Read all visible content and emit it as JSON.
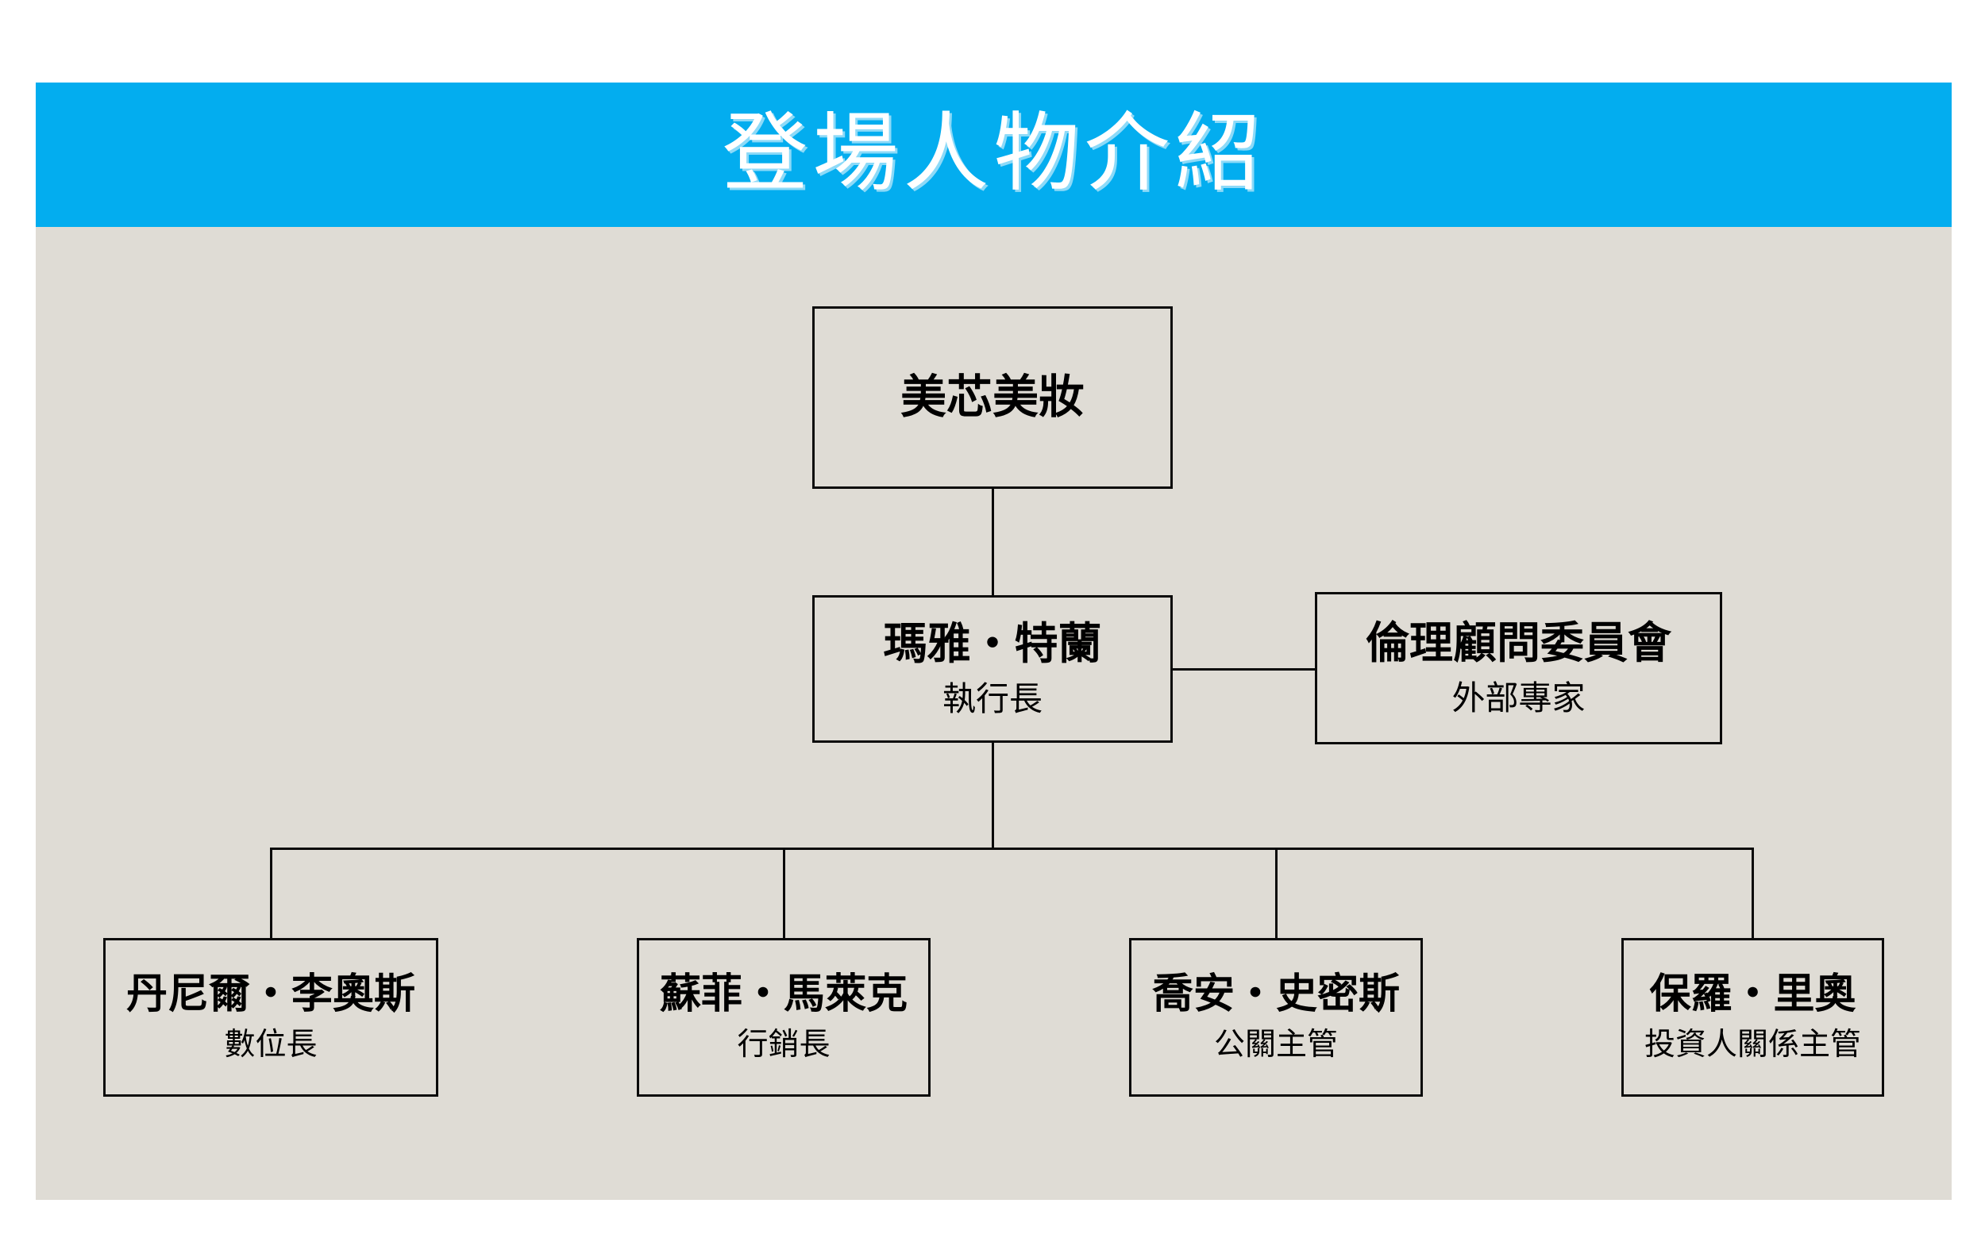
{
  "slide": {
    "title": "登場人物介紹",
    "banner_color": "#03ADEF",
    "title_color": "#FFFFFF",
    "canvas_color": "#DFDCD5",
    "line_color": "#0A0A0A",
    "page_background": "#FFFFFF"
  },
  "org_chart": {
    "type": "org-chart",
    "root": {
      "name": "美芯美妝",
      "role": ""
    },
    "ceo": {
      "name": "瑪雅・特蘭",
      "role": "執行長"
    },
    "advisory": {
      "name": "倫理顧問委員會",
      "role": "外部專家"
    },
    "leaves": [
      {
        "name": "丹尼爾・李奧斯",
        "role": "數位長"
      },
      {
        "name": "蘇菲・馬萊克",
        "role": "行銷長"
      },
      {
        "name": "喬安・史密斯",
        "role": "公關主管"
      },
      {
        "name": "保羅・里奧",
        "role": "投資人關係主管"
      }
    ]
  }
}
